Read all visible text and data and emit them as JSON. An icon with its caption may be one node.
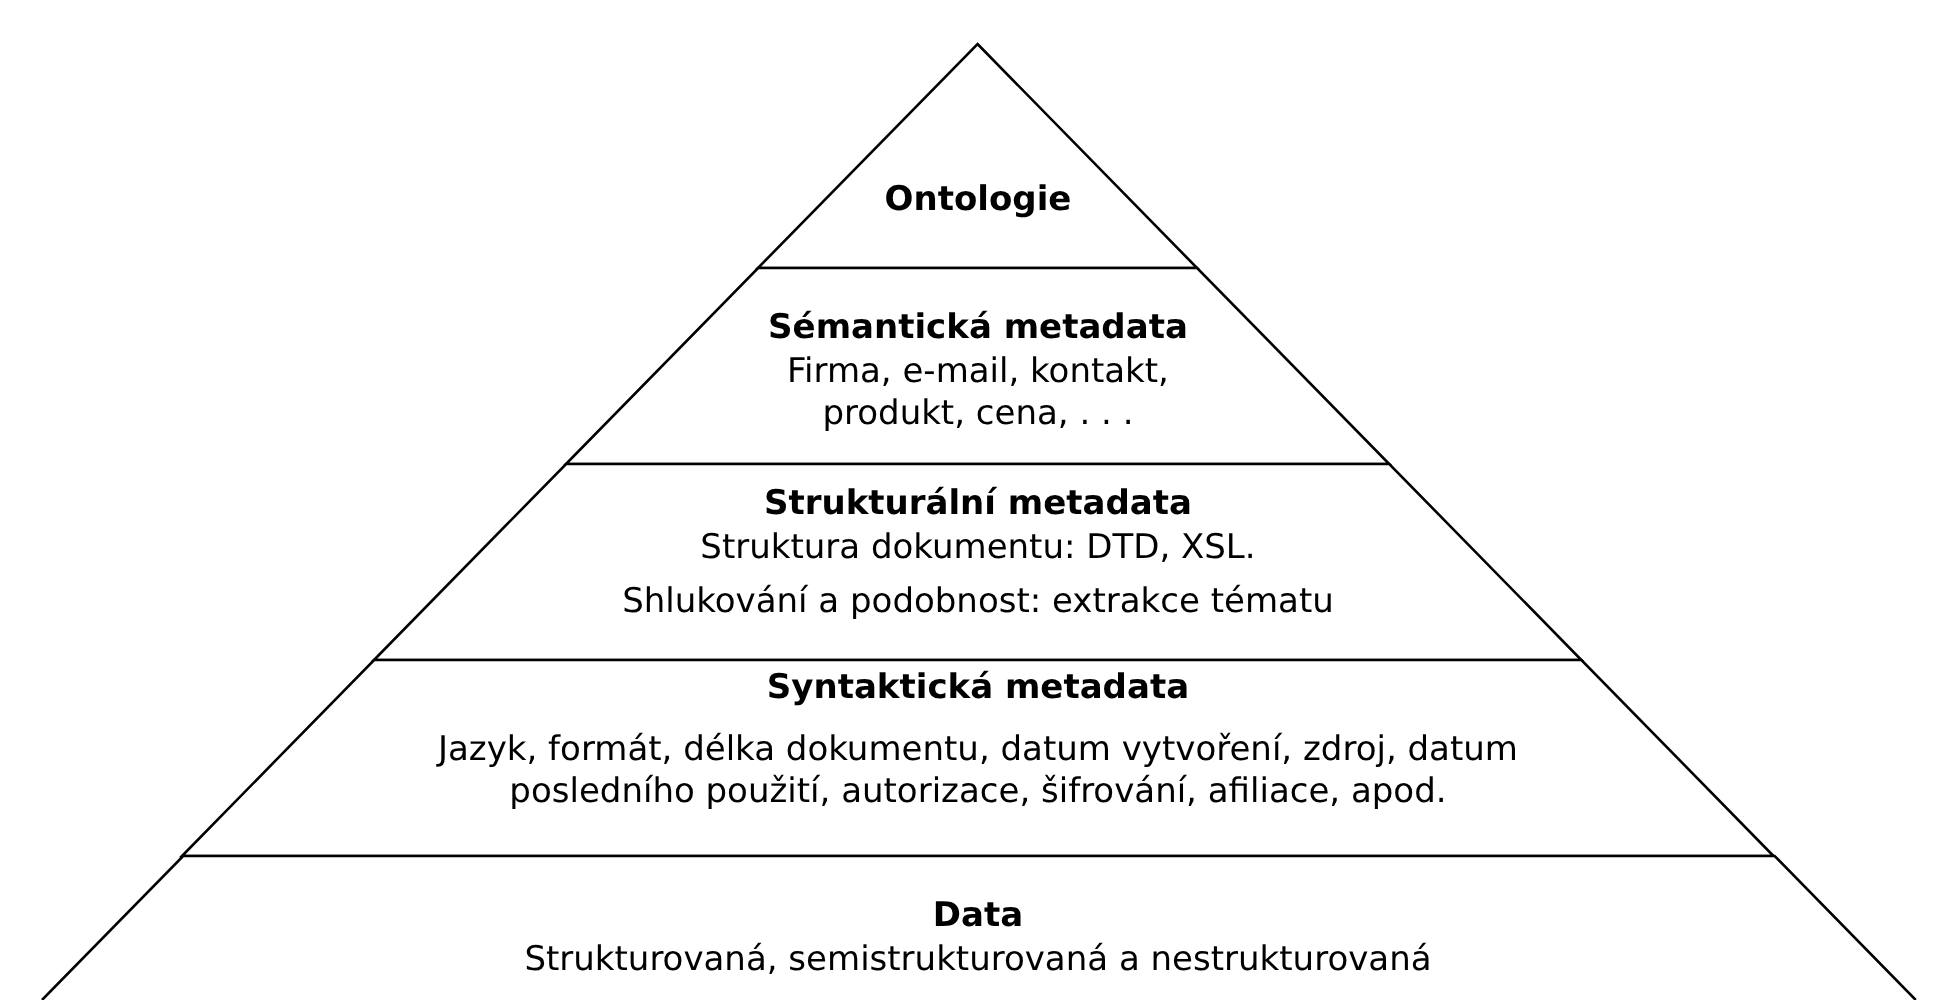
{
  "diagram": {
    "nodes": [
      {
        "text": [
          "Ontologie"
        ]
      },
      {
        "text": [
          "Sémantická metadata",
          "Firma, e-mail, kontakt, produkt, cena, . . ."
        ]
      },
      {
        "text": [
          "Strukturální metadata",
          "Struktura dokumentu: DTD, XSL.",
          "Shlukování a podobnost: extrakce tématu"
        ]
      },
      {
        "text": [
          "Syntaktická metadata",
          "Jazyk, formát, délka dokumentu, datum vytvoření, zdroj, datum posledního použití, autorizace, šifrování, afiliace, apod."
        ]
      },
      {
        "text": [
          "Data",
          "Strukturovaná, semistrukturovaná a nestrukturovaná"
        ]
      }
    ]
  }
}
